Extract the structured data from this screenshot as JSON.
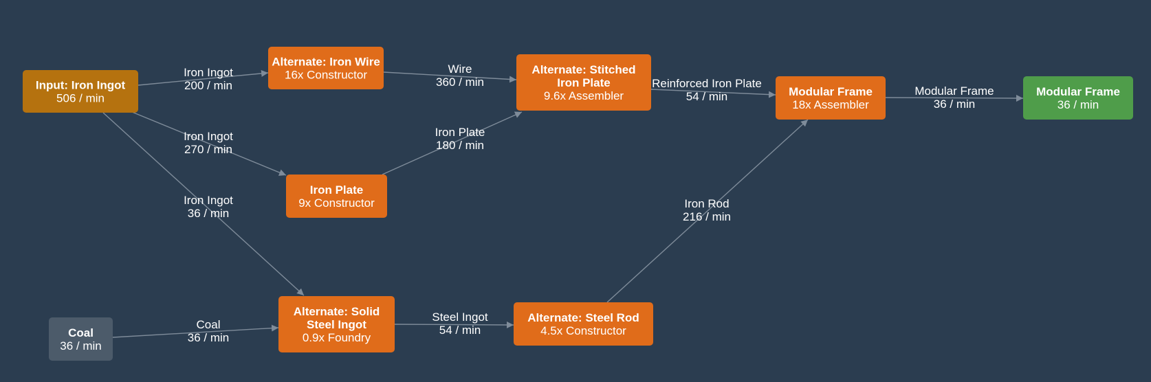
{
  "colors": {
    "background": "#2b3d50",
    "recipe": "#e06c1a",
    "input": "#b5720f",
    "output": "#4f9d4a",
    "raw": "#4c5b6a",
    "edge": "#7f8c9a"
  },
  "nodes": {
    "input_iron_ingot": {
      "title": [
        "Input: Iron Ingot"
      ],
      "sub": "506 / min"
    },
    "iron_wire": {
      "title": [
        "Alternate: Iron Wire"
      ],
      "sub": "16x Constructor"
    },
    "stitched_plate": {
      "title": [
        "Alternate: Stitched",
        "Iron Plate"
      ],
      "sub": "9.6x Assembler"
    },
    "modular_frame": {
      "title": [
        "Modular Frame"
      ],
      "sub": "18x Assembler"
    },
    "output_modular_frame": {
      "title": [
        "Modular Frame"
      ],
      "sub": "36 / min"
    },
    "iron_plate": {
      "title": [
        "Iron Plate"
      ],
      "sub": "9x Constructor"
    },
    "solid_steel": {
      "title": [
        "Alternate: Solid",
        "Steel Ingot"
      ],
      "sub": "0.9x Foundry"
    },
    "steel_rod": {
      "title": [
        "Alternate: Steel Rod"
      ],
      "sub": "4.5x Constructor"
    },
    "coal": {
      "title": [
        "Coal"
      ],
      "sub": "36 / min"
    }
  },
  "edges": {
    "ingot_to_wire": {
      "item": "Iron Ingot",
      "rate": "200 / min"
    },
    "ingot_to_plate": {
      "item": "Iron Ingot",
      "rate": "270 / min"
    },
    "ingot_to_steel": {
      "item": "Iron Ingot",
      "rate": "36 / min"
    },
    "wire_to_stitched": {
      "item": "Wire",
      "rate": "360 / min"
    },
    "plate_to_stitched": {
      "item": "Iron Plate",
      "rate": "180 / min"
    },
    "stitched_to_frame": {
      "item": "Reinforced Iron Plate",
      "rate": "54 / min"
    },
    "frame_to_output": {
      "item": "Modular Frame",
      "rate": "36 / min"
    },
    "coal_to_steel": {
      "item": "Coal",
      "rate": "36 / min"
    },
    "steel_to_rod": {
      "item": "Steel Ingot",
      "rate": "54 / min"
    },
    "rod_to_frame": {
      "item": "Iron Rod",
      "rate": "216 / min"
    }
  }
}
